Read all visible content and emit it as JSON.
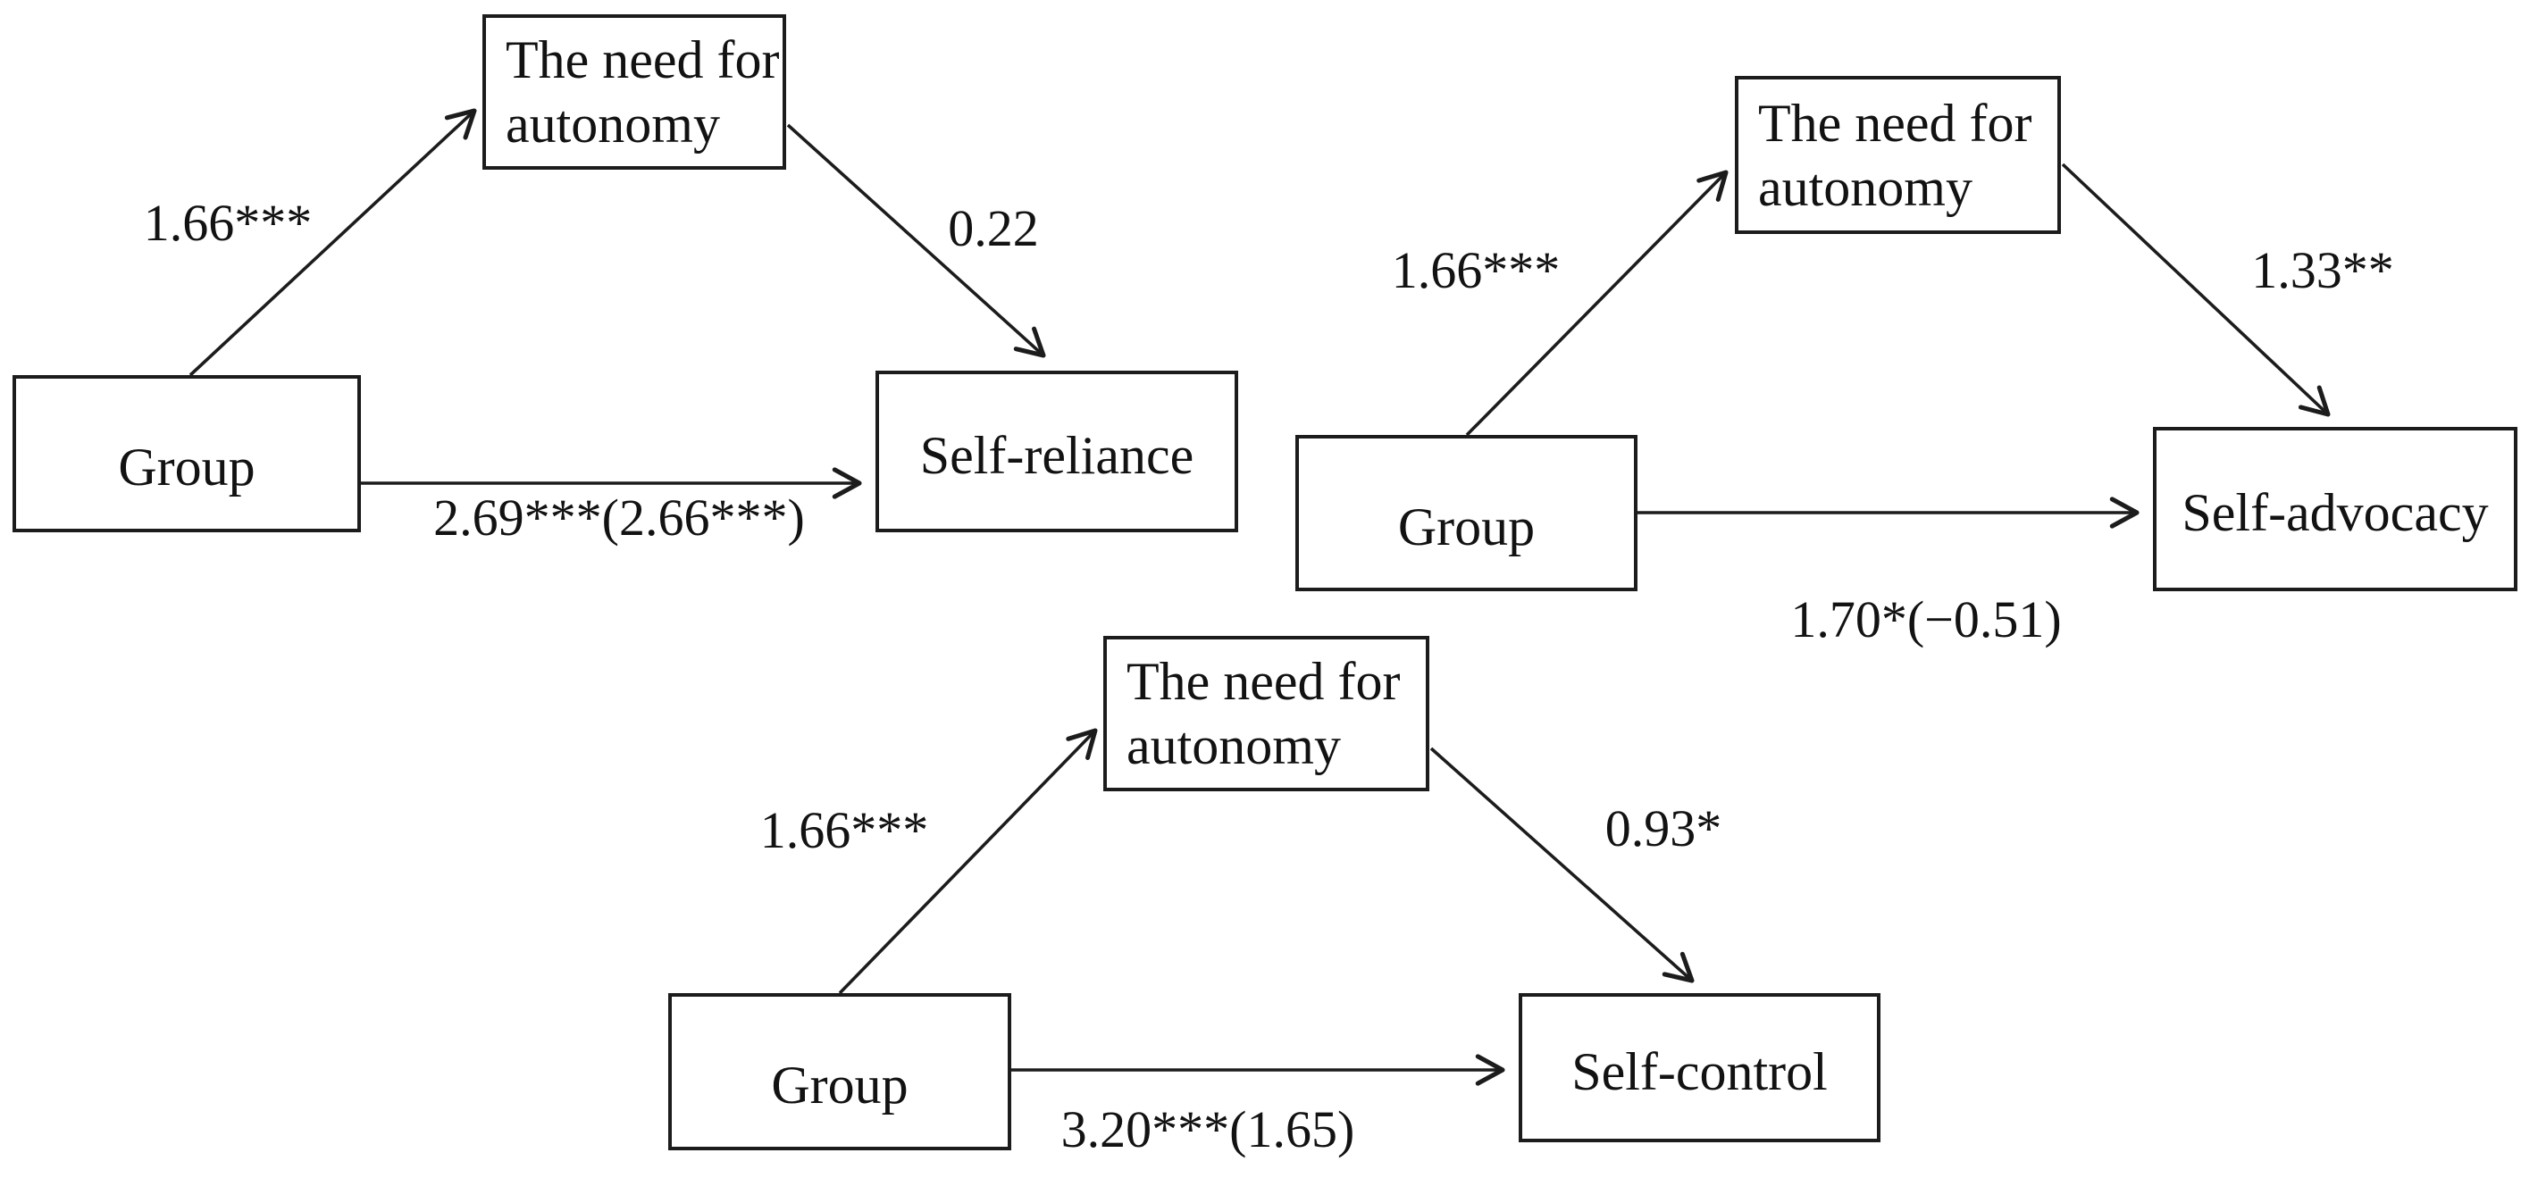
{
  "figure": {
    "type": "mediation-path-diagrams",
    "background_color": "#ffffff",
    "line_color": "#1c1c1c",
    "text_color": "#121212"
  },
  "diagrams": [
    {
      "name": "self-reliance-model",
      "predictor": "Group",
      "mediator_lines": [
        "The need for",
        "autonomy"
      ],
      "outcome": "Self-reliance",
      "path_a_coefficient": "1.66***",
      "path_b_coefficient": "0.22",
      "path_c_coefficient": "2.69***(2.66***)"
    },
    {
      "name": "self-advocacy-model",
      "predictor": "Group",
      "mediator_lines": [
        "The need for",
        "autonomy"
      ],
      "outcome": "Self-advocacy",
      "path_a_coefficient": "1.66***",
      "path_b_coefficient": "1.33**",
      "path_c_coefficient": "1.70*(−0.51)"
    },
    {
      "name": "self-control-model",
      "predictor": "Group",
      "mediator_lines": [
        "The need for",
        "autonomy"
      ],
      "outcome": "Self-control",
      "path_a_coefficient": "1.66***",
      "path_b_coefficient": "0.93*",
      "path_c_coefficient": "3.20***(1.65)"
    }
  ]
}
